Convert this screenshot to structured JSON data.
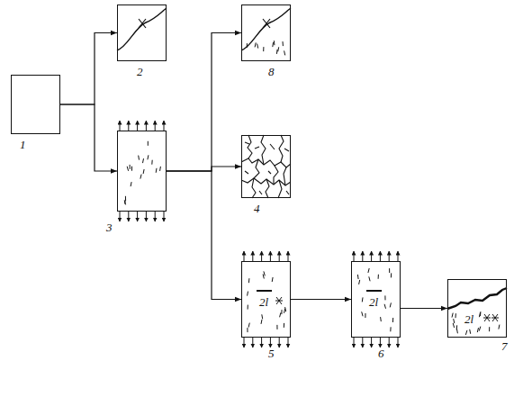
{
  "diagram": {
    "nodes": [
      {
        "text": [
          "1"
        ]
      },
      {
        "text": [
          "2"
        ]
      },
      {
        "text": [
          "3"
        ]
      },
      {
        "text": [
          "8"
        ]
      },
      {
        "text": [
          "4"
        ]
      },
      {
        "text": [
          "2l",
          "5"
        ]
      },
      {
        "text": [
          "2l",
          "6"
        ]
      },
      {
        "text": [
          "2l",
          "7"
        ]
      }
    ],
    "edges": [
      {
        "from": 0,
        "to": 1,
        "arrow": "to"
      },
      {
        "from": 0,
        "to": 2,
        "arrow": "to"
      },
      {
        "from": 2,
        "to": 3,
        "arrow": "to"
      },
      {
        "from": 2,
        "to": 4,
        "arrow": "to"
      },
      {
        "from": 2,
        "to": 5,
        "arrow": "to"
      },
      {
        "from": 5,
        "to": 6,
        "arrow": "to"
      },
      {
        "from": 6,
        "to": 7,
        "arrow": "to"
      }
    ]
  }
}
